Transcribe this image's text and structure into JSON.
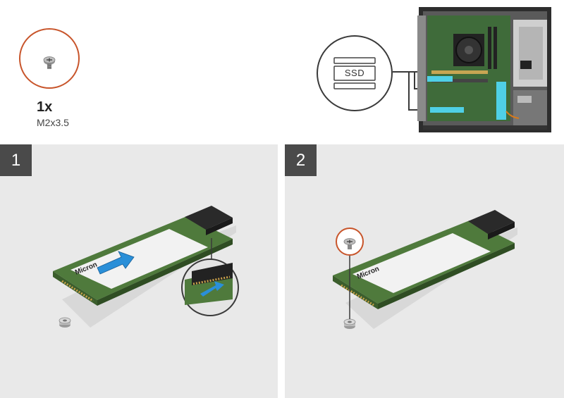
{
  "screw": {
    "quantity": "1x",
    "size": "M2x3.5"
  },
  "ssd_callout": {
    "label": "SSD"
  },
  "ssd_module": {
    "brand": "Micron"
  },
  "steps": [
    {
      "number": "1"
    },
    {
      "number": "2"
    }
  ],
  "colors": {
    "accent": "#c8552b",
    "panel": "#e9e9e9",
    "badge": "#4a4a4a",
    "arrow": "#2a8fd8",
    "pcb": "#4f7a3c",
    "chassis": "#2d2d2d"
  }
}
